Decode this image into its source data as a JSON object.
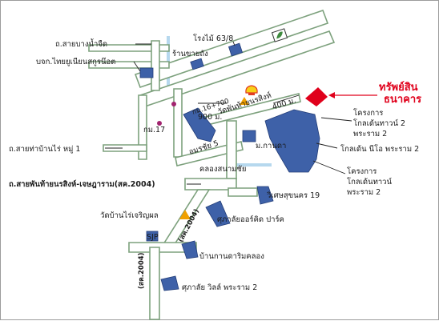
{
  "brand": {
    "line1": "ทรัพย์สิน",
    "line2": "ธนาคาร",
    "color": "#e0001b"
  },
  "roads": {
    "bang_nam_chuet": "ถ.สายบางน้ำจืด",
    "tha_ban_rai": "ถ.สายท่าบ้านไร่ หมู่ 1",
    "phanthai_chetsada": "ถ.สายพันท้ายนรสิงห์-เจษฎาราม(สค.2004)",
    "km16": "กม.16+700",
    "km17": "กม.17",
    "amorn_chai": "อมรชัย 5",
    "sk2004_a": "(สค.2004)",
    "sk2004_b": "(สค.2004)"
  },
  "distances": {
    "d900": "900 ม.",
    "d400": "400 ม."
  },
  "places": {
    "sawmill": "โรงไม้ 63/8",
    "tank_shop": "ร้านขายถัง",
    "thai_union": "บจก.ไทยยูเนียนสกูรน๊อต",
    "wat_phanthai": "วัดพันท้ายนรสิงห์",
    "mo_kan_da": "ม.กานดา",
    "khlong_sanam_chai": "คลองสนามชัย",
    "golden_town_1": "โครงการ",
    "golden_town_1b": "โกลเด้นทาวน์ 2",
    "golden_town_1c": "พระราม 2",
    "golden_neo": "โกลเด้น นีโอ พระราม 2",
    "golden_town_2": "โครงการ",
    "golden_town_2b": "โกลเด้นทาวน์",
    "golden_town_2c": "พระราม 2",
    "witsetsukhon": "วิเศษสุขนคร 19",
    "wat_ban_rai": "วัดบ้านไร่เจริญผล",
    "suphalai_orchid": "ศุภาลัยออร์คิด ปาร์ค",
    "sjp": "SJP",
    "ban_kanda_rim_khlong": "บ้านกานดาริมคลอง",
    "suphalai_ville": "ศุภาลัย วิลล์ พระราม 2"
  },
  "legend_colors": {
    "building": "#3e61a8",
    "road_edge": "#7da17d",
    "canal": "#b6d8ee",
    "temple": "#f0a000",
    "landmark_dot": "#a2246f",
    "shell_red": "#e23c22",
    "shell_yellow": "#f7d117"
  },
  "icons": [
    "shell-station-icon",
    "temple-icon",
    "landmark-dot-icon",
    "leaf-logo-icon"
  ]
}
